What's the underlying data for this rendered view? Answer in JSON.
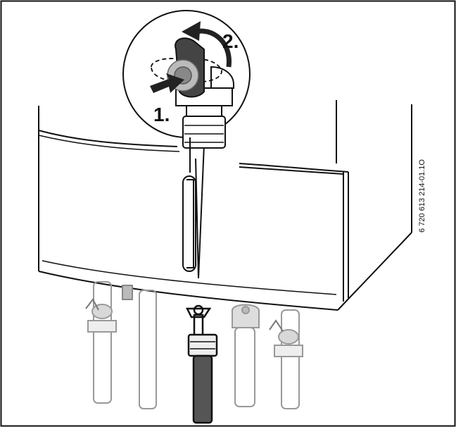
{
  "steps": {
    "step1": "1.",
    "step2": "2."
  },
  "reference_code": "6 720 613 214-01.1O",
  "colors": {
    "line": "#111111",
    "gray_pipe": "#aaaaaa",
    "dark_gray": "#555555",
    "arrow": "#222222",
    "knob": "#444444",
    "light_gray": "#bbbbbb"
  },
  "icons": {
    "push_arrow": "arrow-right-icon",
    "rotate_arrow": "rotate-ccw-icon"
  }
}
